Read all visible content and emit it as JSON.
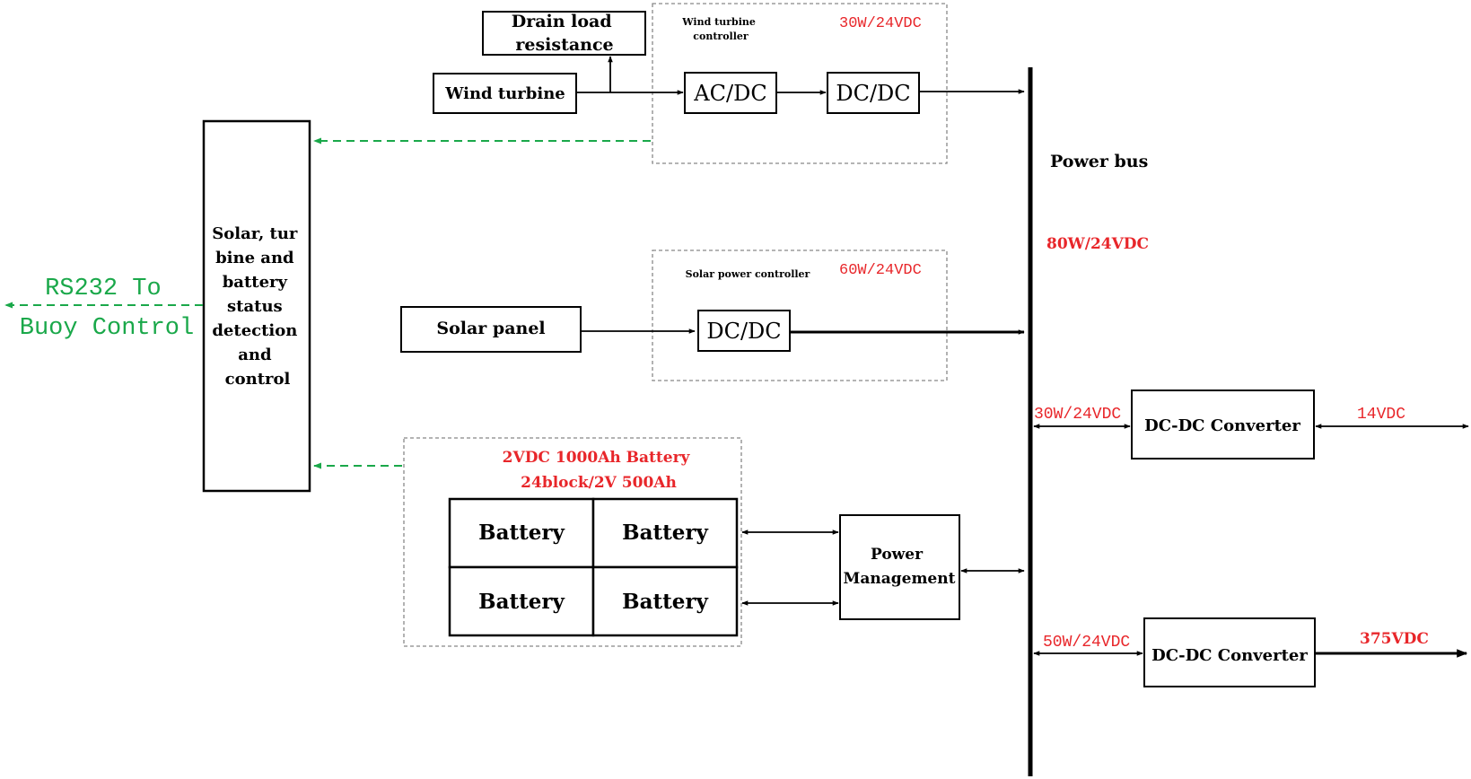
{
  "blocks": {
    "drain_load": [
      "Drain load",
      "resistance"
    ],
    "wind_turbine": "Wind turbine",
    "wind_controller": [
      "Wind turbine",
      "controller"
    ],
    "wind_rating": "30W/24VDC",
    "ac_dc": "AC/DC",
    "dc_dc_wind": "DC/DC",
    "status_control": [
      "Solar, tur",
      "bine and",
      "battery",
      "status",
      "detection",
      "and",
      "control"
    ],
    "rs232": [
      "RS232 To",
      "Buoy Control"
    ],
    "solar_panel": "Solar panel",
    "solar_controller": "Solar power controller",
    "solar_rating": "60W/24VDC",
    "dc_dc_solar": "DC/DC",
    "battery_bank": [
      "2VDC 1000Ah Battery",
      "24block/2V 500Ah"
    ],
    "batteries": [
      "Battery",
      "Battery",
      "Battery",
      "Battery"
    ],
    "power_management": [
      "Power",
      "Management"
    ],
    "power_bus": "Power bus",
    "bus_rating": "80W/24VDC",
    "converter_1": "DC-DC Converter",
    "converter_1_in": "30W/24VDC",
    "converter_1_out": "14VDC",
    "converter_2": "DC-DC Converter",
    "converter_2_in": "50W/24VDC",
    "converter_2_out": "375VDC"
  }
}
